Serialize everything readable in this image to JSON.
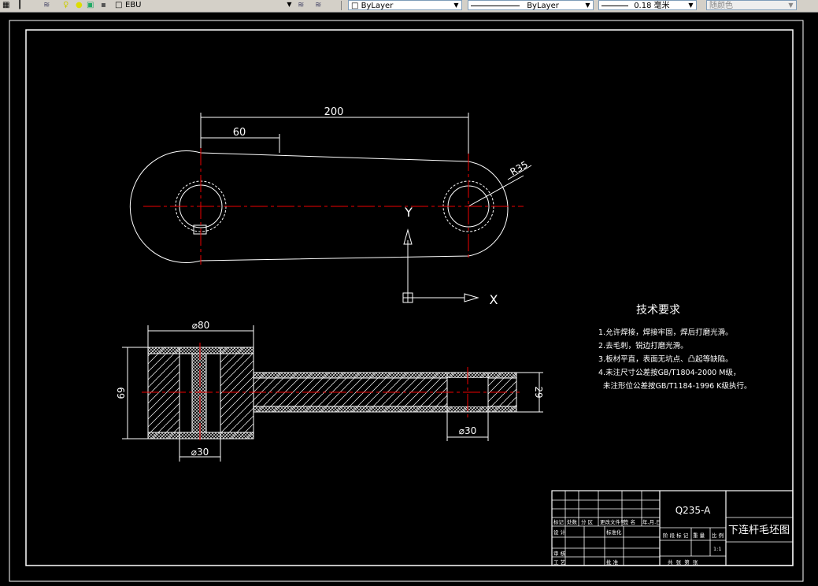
{
  "toolbar": {
    "layer_name": "EBU",
    "color_value": "ByLayer",
    "linetype_value": "ByLayer",
    "lineweight_value": "0.18 毫米",
    "plotstyle_value": "随颜色"
  },
  "drawing": {
    "dim_200": "200",
    "dim_60": "60",
    "dim_r35": "R35",
    "ucs_y": "Y",
    "ucs_x": "X",
    "dim_phi80": "⌀80",
    "dim_69": "69",
    "dim_29": "29",
    "dim_phi30_left": "⌀30",
    "dim_phi30_right": "⌀30"
  },
  "tech_req": {
    "title": "技术要求",
    "items": [
      "1.允许焊接，焊接牢固，焊后打磨光滑。",
      "2.去毛刺，锐边打磨光滑。",
      "3.板材平直，表面无坑点、凸起等缺陷。",
      "4.未注尺寸公差按GB/T1804-2000 M级，",
      "  未注形位公差按GB/T1184-1996 K级执行。"
    ]
  },
  "title_block": {
    "material": "Q235-A",
    "drawing_name": "下连杆毛坯图",
    "labels": {
      "mark": "标记",
      "count": "处数",
      "zone": "分 区",
      "change_doc": "更改文件号",
      "signature": "签 名",
      "date": "年.月.日",
      "design": "设 计",
      "standard": "标准化",
      "review": "审 核",
      "process": "工 艺",
      "approve": "批 准",
      "stage_mark": "阶 段 标 记",
      "weight": "重 量",
      "scale": "比 例",
      "scale_value": "1:1",
      "sheets": "共  张  第  张"
    }
  }
}
